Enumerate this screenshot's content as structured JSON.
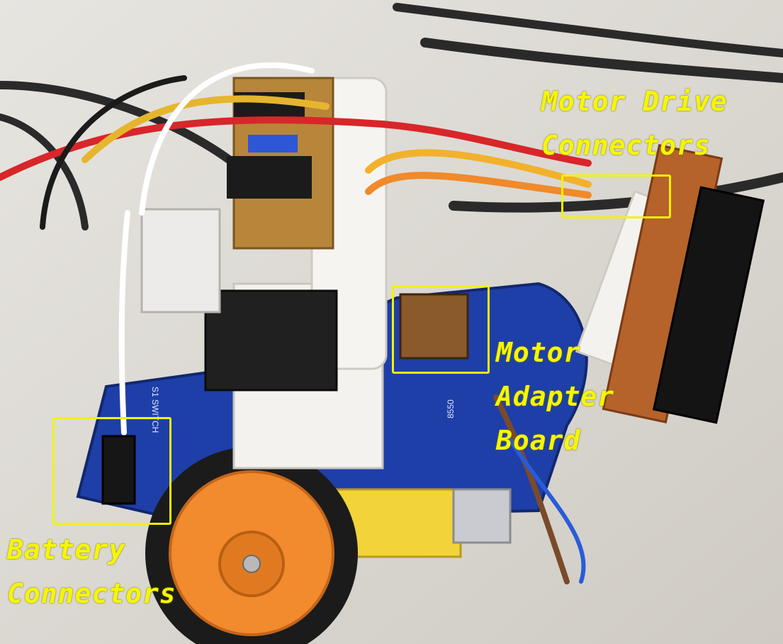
{
  "annotations": {
    "motor_drive": {
      "line1": "Motor Drive",
      "line2": "Connectors"
    },
    "motor_adapter": {
      "line1": "Motor",
      "line2": "Adapter",
      "line3": "Board"
    },
    "battery": {
      "line1": "Battery",
      "line2": "Connectors"
    }
  },
  "pcb_silkscreen": {
    "switch_label": "S1 SWITCH",
    "transistor_label": "8550"
  },
  "colors": {
    "annotation": "#f2f200",
    "pcb": "#1e3fa8",
    "wheel": "#f28a2e",
    "chassis_print": "#f4f2ee"
  }
}
